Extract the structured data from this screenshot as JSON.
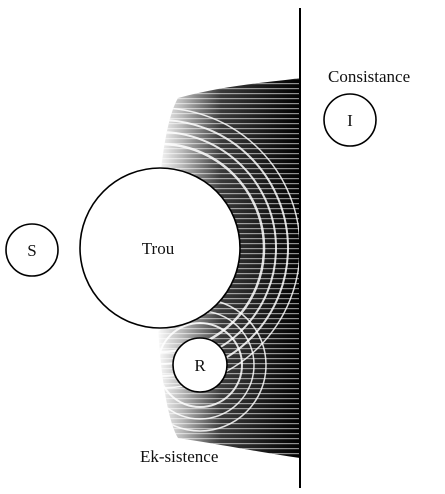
{
  "diagram": {
    "labels": {
      "consistance": "Consistance",
      "ek_sistence": "Ek-sistence",
      "trou": "Trou"
    },
    "rings": {
      "imaginary": "I",
      "symbolic": "S",
      "real": "R"
    },
    "colors": {
      "ink": "#111111",
      "paper": "#ffffff"
    }
  }
}
